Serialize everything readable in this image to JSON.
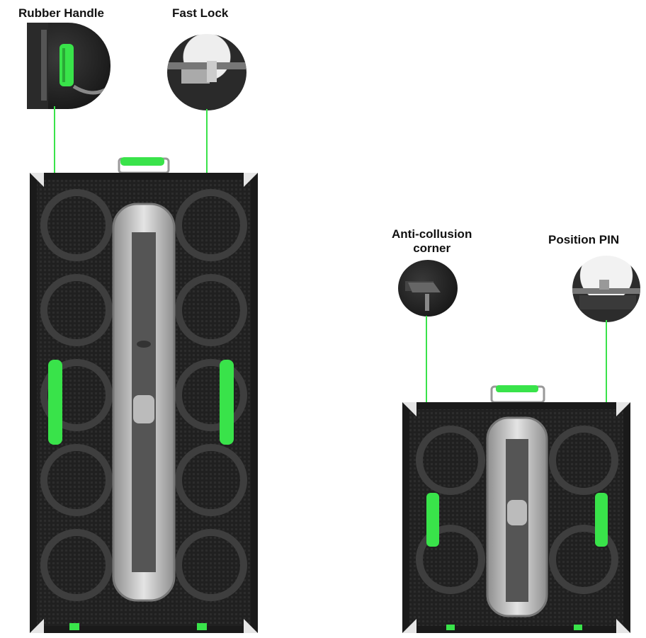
{
  "callouts": {
    "rubber_handle": "Rubber Handle",
    "fast_lock": "Fast Lock",
    "anti_collision_line1": "Anti-collusion",
    "anti_collision_line2": "corner",
    "position_pin": "Position PIN"
  },
  "colors": {
    "accent_green": "#39e34a",
    "cabinet_dark": "#1a1a1a",
    "plate_silver": "#c9c9c9",
    "background": "#ffffff"
  },
  "icons": [
    "rubber-handle-detail",
    "fast-lock-detail",
    "anti-collision-corner-detail",
    "position-pin-detail"
  ]
}
